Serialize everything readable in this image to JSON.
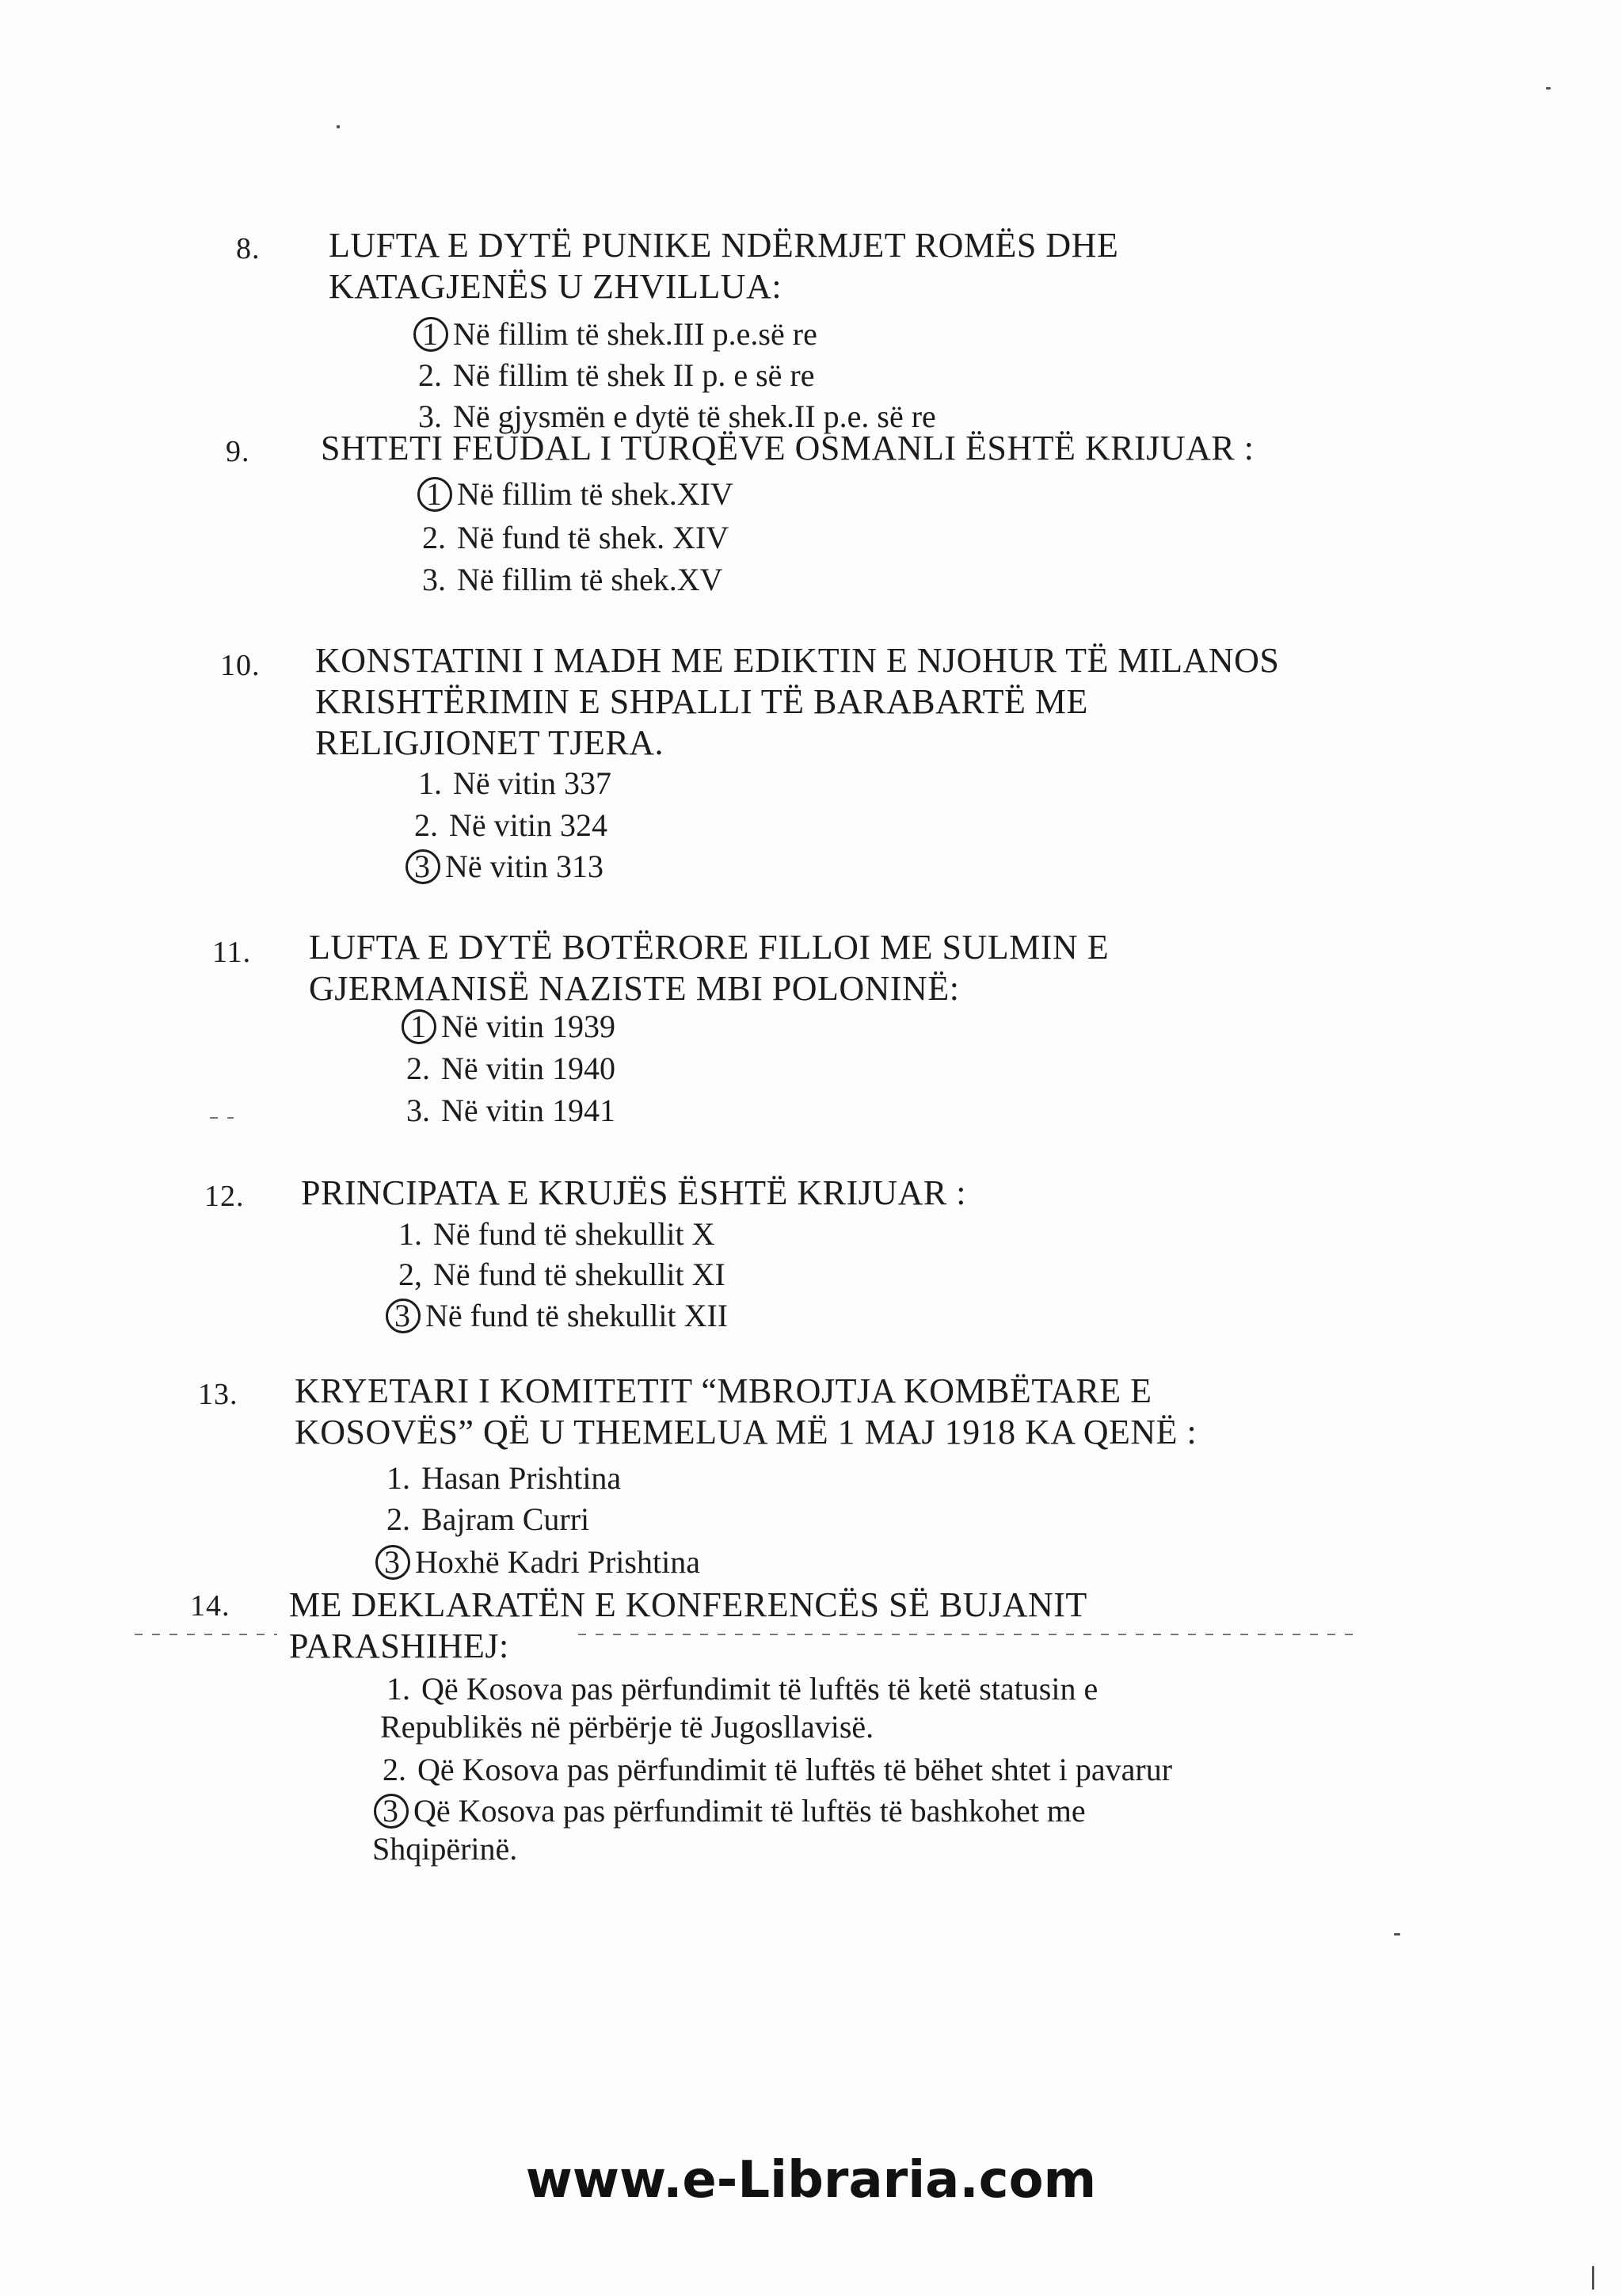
{
  "questions": [
    {
      "num": "8.",
      "text": "LUFTA E DYTË PUNIKE NDËRMJET ROMËS DHE\nKATAGJENËS U ZHVILLUA:",
      "options": [
        {
          "num": "1",
          "circled": true,
          "text": "Në fillim të shek.III p.e.së re"
        },
        {
          "num": "2.",
          "circled": false,
          "text": "Në fillim të shek II p. e së re"
        },
        {
          "num": "3.",
          "circled": false,
          "text": "Në gjysmën e dytë të shek.II p.e. së re"
        }
      ]
    },
    {
      "num": "9.",
      "text": "SHTETI FEUDAL I TURQËVE OSMANLI ËSHTË KRIJUAR :",
      "options": [
        {
          "num": "1",
          "circled": true,
          "text": "Në fillim të shek.XIV"
        },
        {
          "num": "2.",
          "circled": false,
          "text": "Në fund të shek. XIV"
        },
        {
          "num": "3.",
          "circled": false,
          "text": "Në fillim të shek.XV"
        }
      ]
    },
    {
      "num": "10.",
      "text": "KONSTATINI I MADH ME EDIKTIN E NJOHUR TË MILANOS\nKRISHTËRIMIN E SHPALLI TË BARABARTË ME\nRELIGJIONET TJERA.",
      "options": [
        {
          "num": "1.",
          "circled": false,
          "text": "Në vitin 337"
        },
        {
          "num": "2.",
          "circled": false,
          "text": "Në vitin 324"
        },
        {
          "num": "3",
          "circled": true,
          "text": "Në vitin 313"
        }
      ]
    },
    {
      "num": "11.",
      "text": "LUFTA E DYTË BOTËRORE FILLOI ME SULMIN E\nGJERMANISË NAZISTE MBI POLONINË:",
      "options": [
        {
          "num": "1",
          "circled": true,
          "text": "Në vitin 1939"
        },
        {
          "num": "2.",
          "circled": false,
          "text": "Në vitin 1940"
        },
        {
          "num": "3.",
          "circled": false,
          "text": "Në vitin 1941"
        }
      ]
    },
    {
      "num": "12.",
      "text": "PRINCIPATA E KRUJËS ËSHTË KRIJUAR :",
      "options": [
        {
          "num": "1.",
          "circled": false,
          "text": "Në fund të shekullit X"
        },
        {
          "num": "2,",
          "circled": false,
          "text": "Në fund të shekullit XI"
        },
        {
          "num": "3",
          "circled": true,
          "text": "Në fund të shekullit XII"
        }
      ]
    },
    {
      "num": "13.",
      "text": "KRYETARI I KOMITETIT “MBROJTJA KOMBËTARE E\nKOSOVËS” QË U THEMELUA MË 1 MAJ 1918 KA QENË :",
      "options": [
        {
          "num": "1.",
          "circled": false,
          "text": "Hasan Prishtina"
        },
        {
          "num": "2.",
          "circled": false,
          "text": "Bajram Curri"
        },
        {
          "num": "3",
          "circled": true,
          "text": "Hoxhë Kadri Prishtina"
        }
      ]
    },
    {
      "num": "14.",
      "text": "ME DEKLARATËN E KONFERENCËS SË BUJANIT\nPARASHIHEJ:",
      "options": [
        {
          "num": "1.",
          "circled": false,
          "text": "Që Kosova pas përfundimit të luftës të ketë statusin e Republikës në përbërje të Jugosllavisë."
        },
        {
          "num": "2.",
          "circled": false,
          "text": "Që Kosova pas përfundimit të luftës të bëhet shtet i pavarur"
        },
        {
          "num": "3",
          "circled": true,
          "text": "Që Kosova pas përfundimit të luftës të bashkohet me Shqipërinë."
        }
      ]
    }
  ],
  "footer": "www.e-Libraria.com"
}
